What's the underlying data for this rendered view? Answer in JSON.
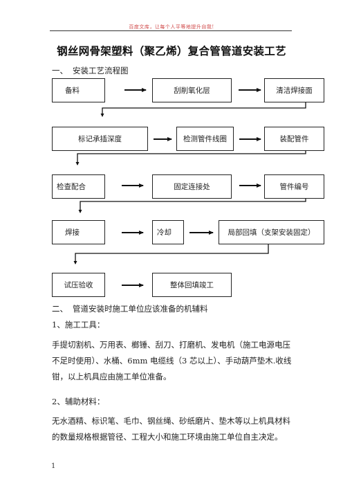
{
  "header": {
    "note": "百度文库，让每个人平等地提升自我!"
  },
  "document": {
    "title": "钢丝网骨架塑料（聚乙烯）复合管管道安装工艺",
    "section1": {
      "num": "一、",
      "label": "安装工艺流程图"
    },
    "flow": {
      "row1": [
        "备料",
        "刮削氧化层",
        "清洁焊接面"
      ],
      "row2": [
        "标记承插深度",
        "检测管件线圈",
        "装配管件"
      ],
      "row3": [
        "检查配合",
        "固定连接处",
        "管件编号"
      ],
      "row4": [
        "焊接",
        "冷却",
        "局部回填（支架安装固定）"
      ],
      "row5": [
        "试压验收",
        "整体回填竣工"
      ]
    },
    "section2": {
      "num": "二、",
      "label": "管道安装时施工单位应该准备的机辅料"
    },
    "item1": {
      "heading": "1、施工工具：",
      "lines": [
        "手提切割机、万用表、榔锤、刮刀、打磨机、发电机（施工电源电压",
        "不足时使用）、水桶、6mm 电缆线（3 芯以上）、手动葫芦垫木.收线",
        "钳，以上机具应由施工单位准备。"
      ]
    },
    "item2": {
      "heading": "2、辅助材料：",
      "lines": [
        "无水酒精、标识笔、毛巾、钢丝绳、砂纸磨片、垫木等以上机具材料",
        "的数量规格根据管径、工程大小和施工环境由施工单位自主决定。"
      ]
    },
    "page_number": "1"
  }
}
